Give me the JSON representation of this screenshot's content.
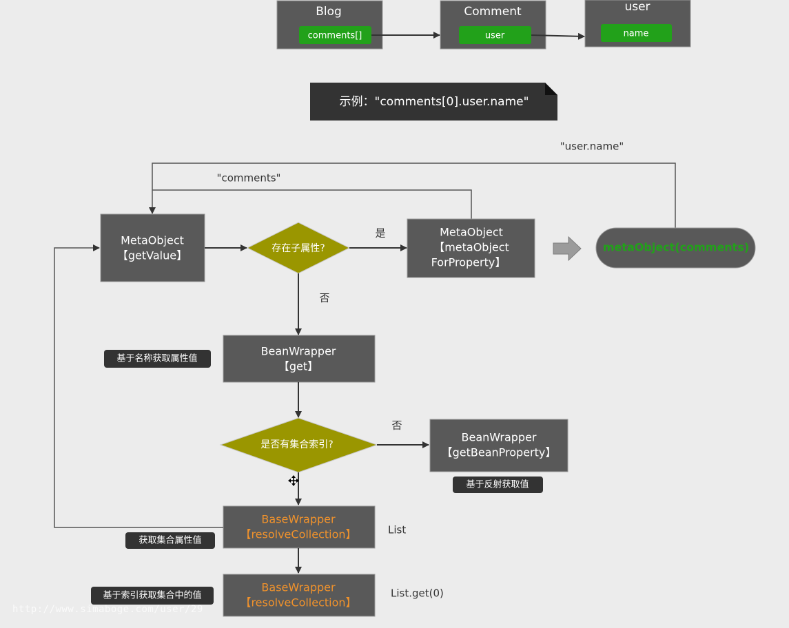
{
  "structure": {
    "blog": {
      "title": "Blog",
      "field": "comments[]"
    },
    "comment": {
      "title": "Comment",
      "field": "user"
    },
    "user": {
      "title": "user",
      "field": "name"
    }
  },
  "example_note": "示例：\"comments[0].user.name\"",
  "loop_labels": {
    "user_name": "\"user.name\"",
    "comments": "\"comments\""
  },
  "flow": {
    "meta_get": [
      "MetaObject",
      "【getValue】"
    ],
    "has_child": "存在子属性?",
    "yes": "是",
    "no": "否",
    "meta_for_prop": [
      "MetaObject",
      "【metaObject",
      "ForProperty】"
    ],
    "meta_result": "metaObject(comments)",
    "bean_get": [
      "BeanWrapper",
      "【get】"
    ],
    "bean_get_note": "基于名称获取属性值",
    "has_index": "是否有集合索引?",
    "no2": "否",
    "bean_prop": [
      "BeanWrapper",
      "【getBeanProperty】"
    ],
    "bean_prop_note": "基于反射获取值",
    "resolve1": [
      "BaseWrapper",
      "【resolveCollection】"
    ],
    "resolve1_note": "获取集合属性值",
    "resolve1_side": "List",
    "resolve2": [
      "BaseWrapper",
      "【resolveCollection】"
    ],
    "resolve2_note": "基于索引获取集合中的值",
    "resolve2_side": "List.get(0)"
  },
  "watermark": "http://www.simaboge.com/user/29",
  "colors": {
    "box": "#595959",
    "green": "#22a11a",
    "diamond": "#9a9600",
    "orange": "#f0922c",
    "line": "#444444"
  }
}
